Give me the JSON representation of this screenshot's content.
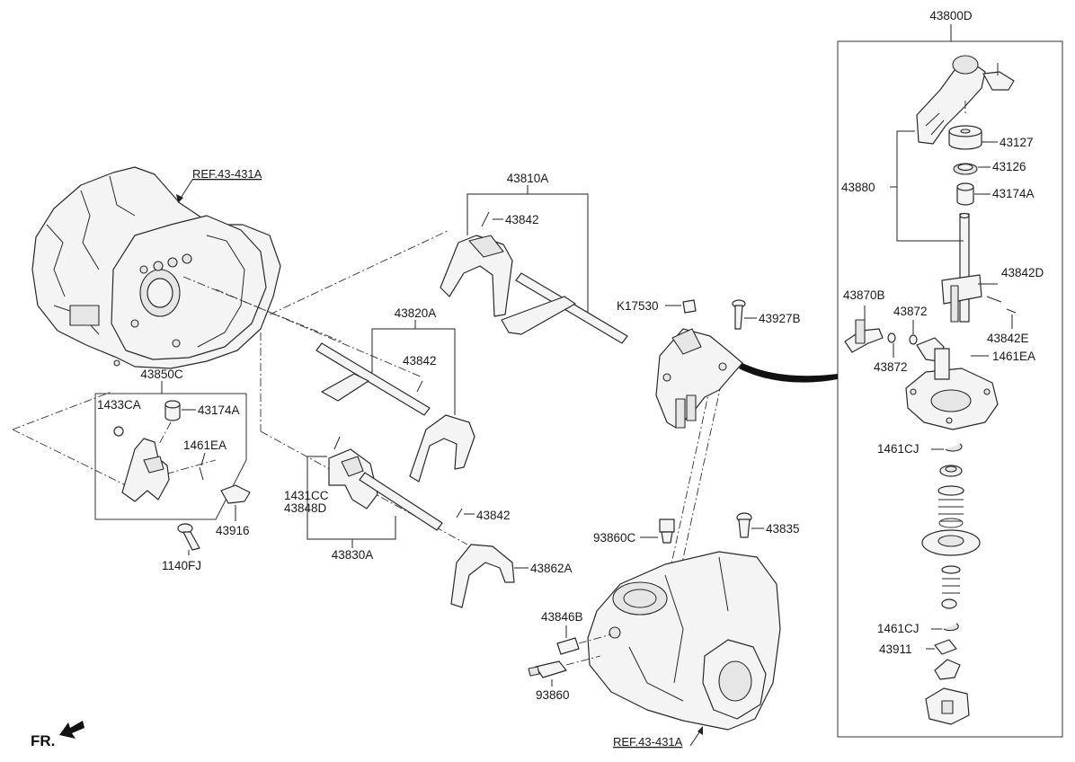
{
  "diagram": {
    "labels": {
      "p43800D": "43800D",
      "p43127": "43127",
      "p43126": "43126",
      "p43174A_r": "43174A",
      "p43880": "43880",
      "p43842D": "43842D",
      "p43842E": "43842E",
      "p43870B": "43870B",
      "p43872_a": "43872",
      "p43872_b": "43872",
      "p1461EA_r": "1461EA",
      "p1461CJ_a": "1461CJ",
      "p1461CJ_b": "1461CJ",
      "p43911": "43911",
      "p43810A": "43810A",
      "p43842_a": "43842",
      "p43820A": "43820A",
      "p43842_b": "43842",
      "p43850C": "43850C",
      "p1433CA": "1433CA",
      "p43174A_l": "43174A",
      "p1461EA_l": "1461EA",
      "p43916": "43916",
      "p1140FJ": "1140FJ",
      "p1431CC": "1431CC",
      "p43848D": "43848D",
      "p43830A": "43830A",
      "p43842_c": "43842",
      "p43862A": "43862A",
      "pK17530": "K17530",
      "p43927B": "43927B",
      "p93860C": "93860C",
      "p43835": "43835",
      "p43846B": "43846B",
      "p93860": "93860"
    },
    "refs": {
      "top": "REF.43-431A",
      "bottom": "REF.43-431A"
    },
    "fr": "FR."
  }
}
